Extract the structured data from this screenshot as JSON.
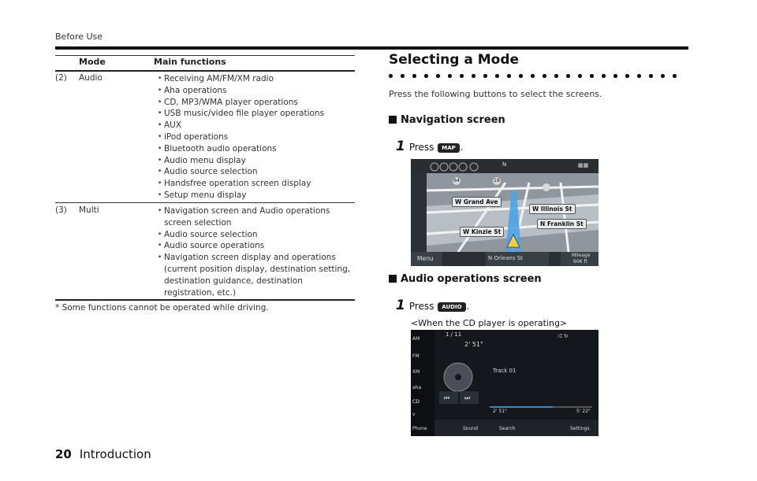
{
  "header": {
    "label": "Before Use"
  },
  "table": {
    "col_mode": "Mode",
    "col_functions": "Main functions",
    "rows": [
      {
        "num": "(2)",
        "mode": "Audio",
        "items": [
          "Receiving AM/FM/XM radio",
          "Aha operations",
          "CD, MP3/WMA player operations",
          "USB music/video file player operations",
          "AUX",
          "iPod operations",
          "Bluetooth audio operations",
          "Audio menu display",
          "Audio source selection",
          "Handsfree operation screen display",
          "Setup menu display"
        ]
      },
      {
        "num": "(3)",
        "mode": "Multi",
        "items": [
          "Navigation screen and Audio operations screen selection",
          "Audio source selection",
          "Audio source operations",
          "Navigation screen display and operations (current position display, destination setting, destination guidance, destination registration, etc.)"
        ]
      }
    ],
    "footnote": "*   Some functions cannot be operated while driving."
  },
  "section": {
    "title": "Selecting a Mode",
    "intro": "Press the following buttons to select the screens.",
    "nav": {
      "heading": "Navigation screen",
      "step_num": "1",
      "press": "Press",
      "button": "MAP",
      "end": "."
    },
    "audio": {
      "heading": "Audio operations screen",
      "step_num": "1",
      "press": "Press",
      "button": "AUDIO",
      "end": ".",
      "caption": "<When the CD player is operating>"
    }
  },
  "map_screen": {
    "compass": "N",
    "streets": [
      "W Grand Ave",
      "W Illinois St",
      "N Franklin St",
      "W Kinzie St"
    ],
    "route_64": "64",
    "route_19": "19",
    "menu": "Menu",
    "bottom_street": "N Orleans St",
    "distance_label": "Mileage",
    "distance_value": "606 ft"
  },
  "audio_screen": {
    "sources": [
      "AM",
      "FM",
      "XM",
      "aha",
      "CD"
    ],
    "phone": "Phone",
    "track_pos": "1 / 11",
    "time_total": "2' 51\"",
    "track_name": "Track 01",
    "elapsed": "2' 51\"",
    "remaining": "5' 22\"",
    "tabs": [
      "Sound",
      "Search",
      "Settings"
    ]
  },
  "footer": {
    "page_number": "20",
    "section": "Introduction"
  },
  "colors": {
    "rule": "#111111",
    "screen_bg": "#1a1d22",
    "accent": "#2e8bd6"
  }
}
